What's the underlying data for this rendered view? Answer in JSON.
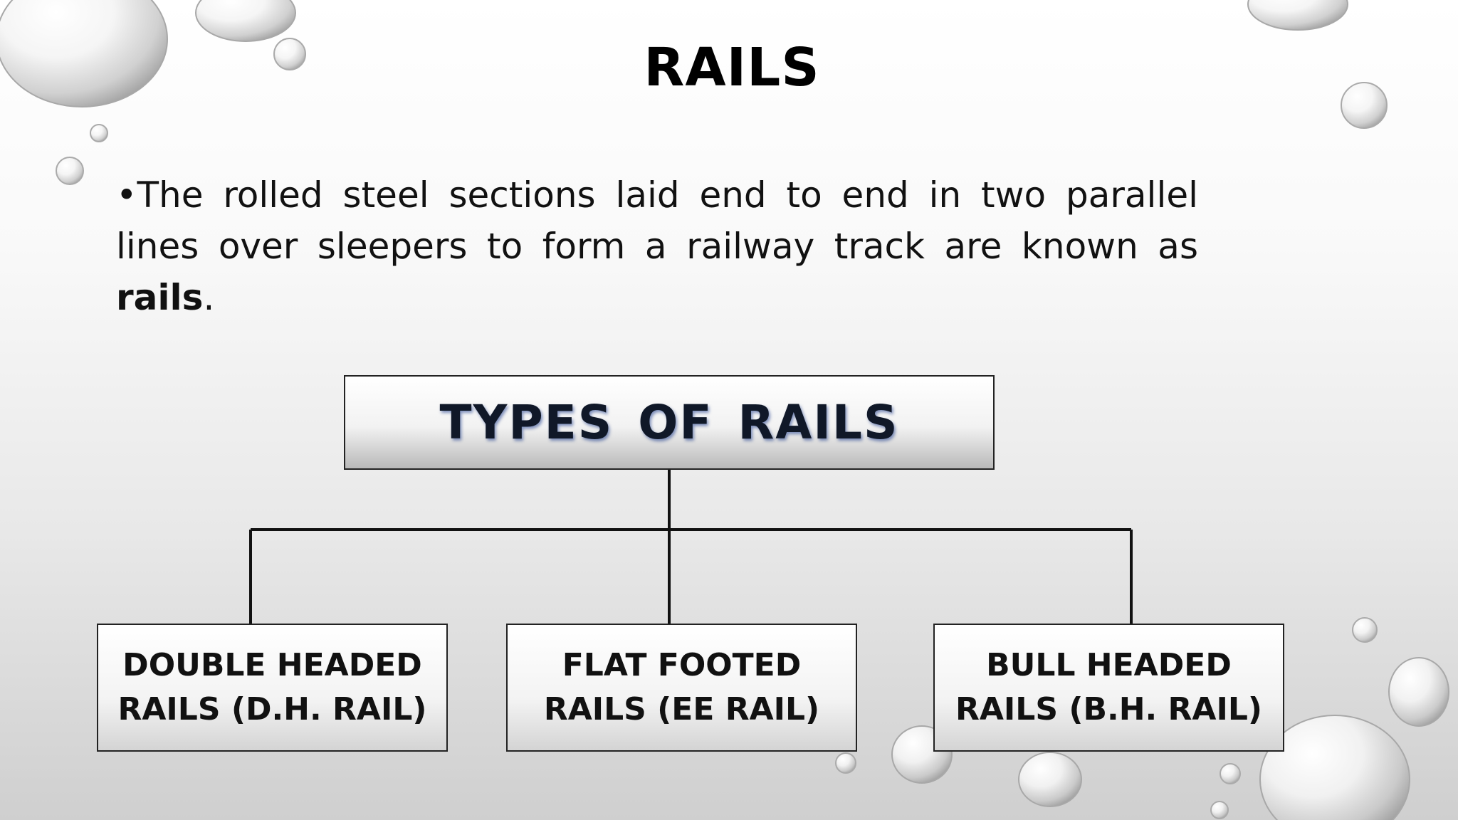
{
  "slide": {
    "title": "RAILS",
    "bullet_text": "•The rolled steel sections laid end to end in two parallel lines over sleepers to form a railway track are known as ",
    "bullet_bold": "rails",
    "bullet_end": "."
  },
  "diagram": {
    "root": "TYPES  OF  RAILS",
    "children": [
      {
        "line1": "DOUBLE  HEADED",
        "line2": "RAILS (D.H. RAIL)"
      },
      {
        "line1": "FLAT  FOOTED",
        "line2": "RAILS (EE RAIL)"
      },
      {
        "line1": "BULL  HEADED",
        "line2": "RAILS (B.H. RAIL)"
      }
    ]
  }
}
